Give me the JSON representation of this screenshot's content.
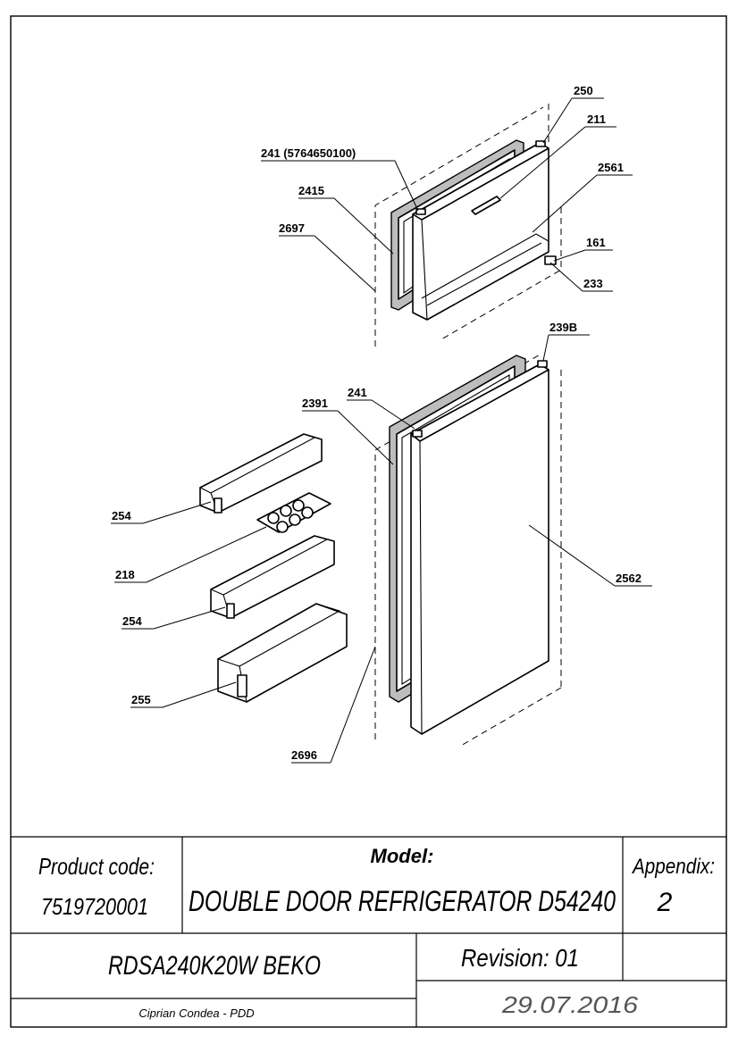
{
  "drawing": {
    "labels": {
      "l250": "250",
      "l211": "211",
      "l241a": "241 (5764650100)",
      "l2561": "2561",
      "l2415": "2415",
      "l2697": "2697",
      "l161": "161",
      "l233": "233",
      "l239b": "239B",
      "l241b": "241",
      "l2391": "2391",
      "l254a": "254",
      "l218": "218",
      "l2562": "2562",
      "l254b": "254",
      "l255": "255",
      "l2696": "2696"
    }
  },
  "title_block": {
    "product_code_label": "Product code:",
    "product_code": "7519720001",
    "model_label": "Model:",
    "model": "DOUBLE DOOR REFRIGERATOR D54240",
    "appendix_label": "Appendix:",
    "appendix": "2",
    "model_code": "RDSA240K20W BEKO",
    "revision": "Revision: 01",
    "date": "29.07.2016",
    "author": "Ciprian Condea - PDD"
  }
}
